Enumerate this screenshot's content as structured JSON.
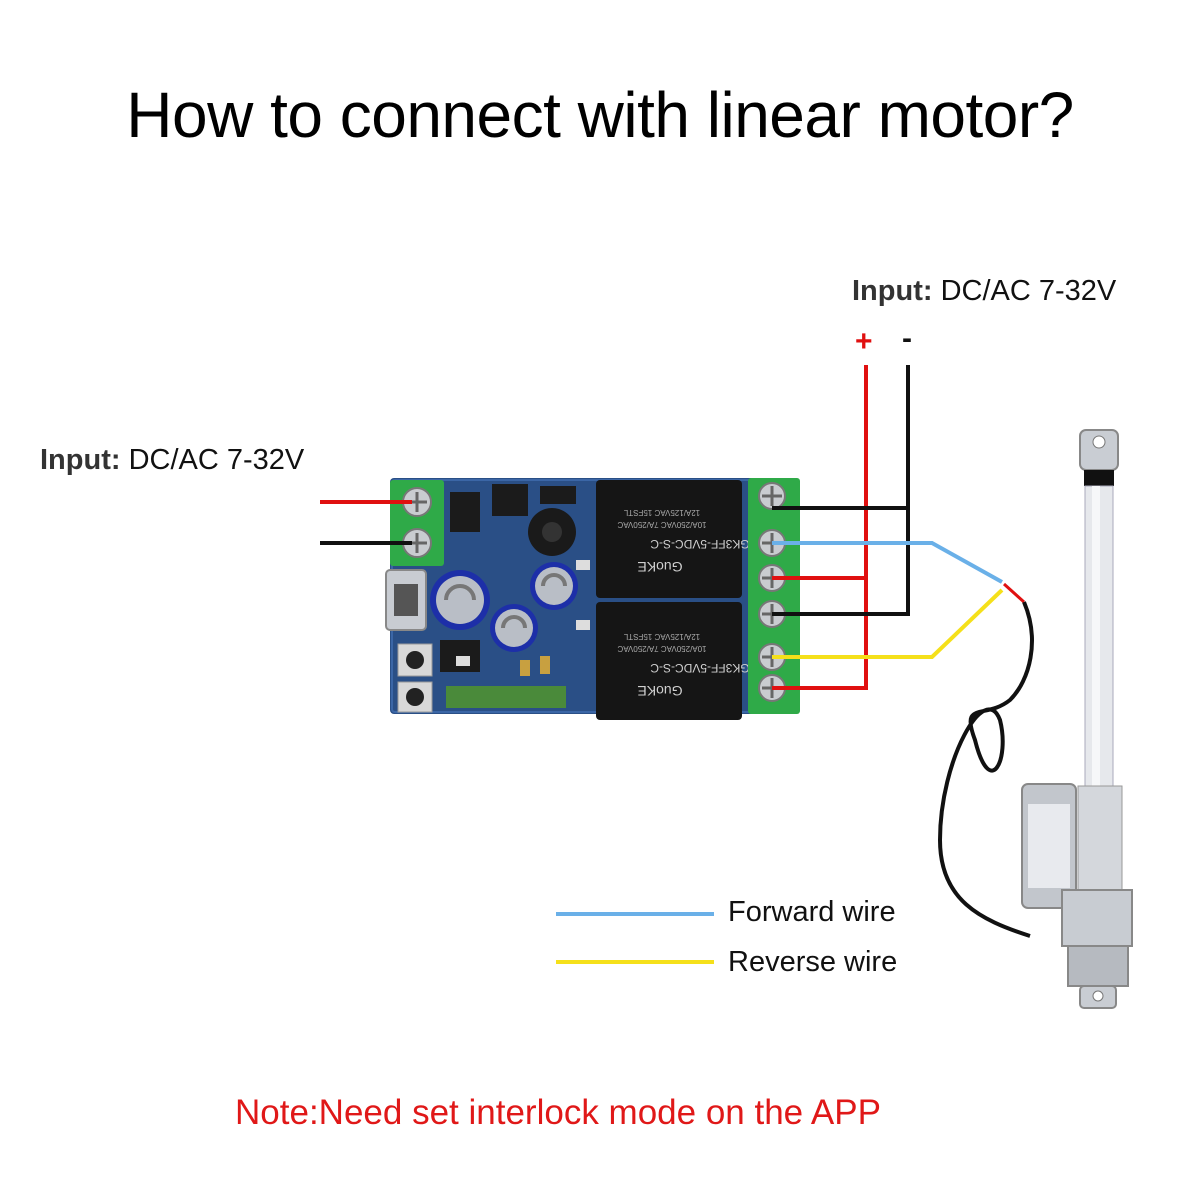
{
  "title": "How to connect with linear motor?",
  "input_left": {
    "label": "Input:",
    "value": "DC/AC 7-32V"
  },
  "input_right": {
    "label": "Input:",
    "value": "DC/AC 7-32V"
  },
  "polarity": {
    "plus": "+",
    "minus": "-"
  },
  "legend": {
    "forward": {
      "label": "Forward wire",
      "color": "#6ab0e8"
    },
    "reverse": {
      "label": "Reverse wire",
      "color": "#f5e01a"
    }
  },
  "relay_text": {
    "brand": "GuoKE",
    "model": "GK3FF-5VDC-S-C",
    "rating_1": "10A/250VAC 7A/250VAC",
    "rating_2": "12A/125VAC 15FSTL"
  },
  "note": {
    "text": "Note:Need set interlock mode on the APP",
    "color": "#e01818"
  },
  "colors": {
    "positive_wire": "#e01010",
    "negative_wire": "#111111",
    "pcb": "#2a4f86",
    "terminal": "#2faa48"
  }
}
